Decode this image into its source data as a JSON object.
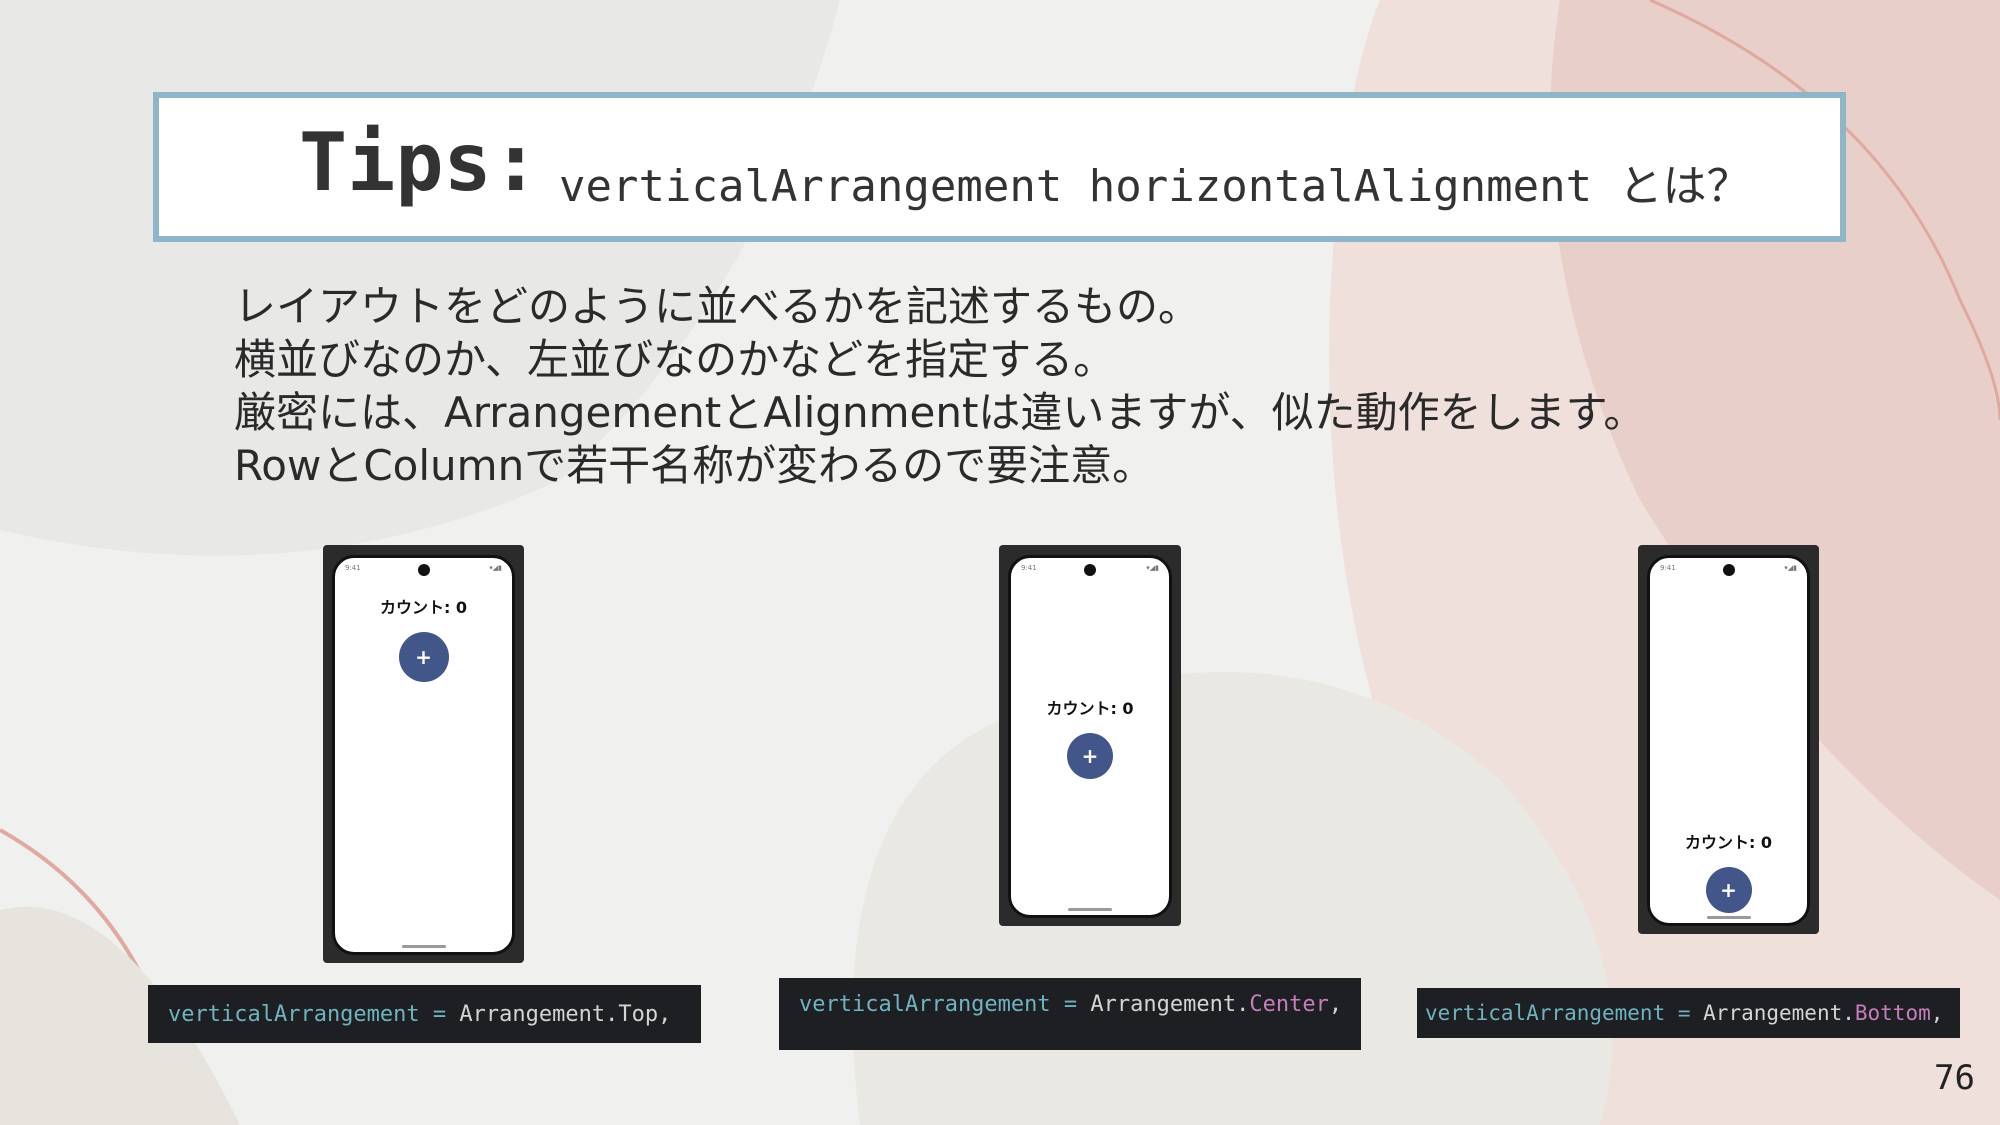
{
  "title": {
    "tips": "Tips:",
    "subtitle": "verticalArrangement horizontalAlignment とは？"
  },
  "body": [
    "レイアウトをどのように並べるかを記述するもの。",
    "横並びなのか、左並びなのかなどを指定する。",
    "厳密には、ArrangementとAlignmentは違いますが、似た動作をします。",
    "RowとColumnで若干名称が変わるので要注意。"
  ],
  "phones": [
    {
      "status_time": "9:41",
      "count_label": "カウント: 0",
      "fab": "+",
      "arrangement": "top"
    },
    {
      "status_time": "9:41",
      "count_label": "カウント: 0",
      "fab": "+",
      "arrangement": "center"
    },
    {
      "status_time": "9:41",
      "count_label": "カウント: 0",
      "fab": "+",
      "arrangement": "bottom"
    }
  ],
  "code": [
    {
      "prop": "verticalArrangement",
      "op": " = ",
      "obj": "Arrangement.",
      "val": "Top",
      "end": ","
    },
    {
      "prop": "verticalArrangement",
      "op": " = ",
      "obj": "Arrangement.",
      "val": "Center",
      "end": ","
    },
    {
      "prop": "verticalArrangement",
      "op": " = ",
      "obj": "Arrangement.",
      "val": "Bottom",
      "end": ","
    }
  ],
  "page_number": "76",
  "colors": {
    "title_border": "#8fb6c8",
    "code_bg": "#1e1f22",
    "code_prop": "#6fb3c0",
    "code_enum": "#c77dbb",
    "fab": "#43568a"
  }
}
